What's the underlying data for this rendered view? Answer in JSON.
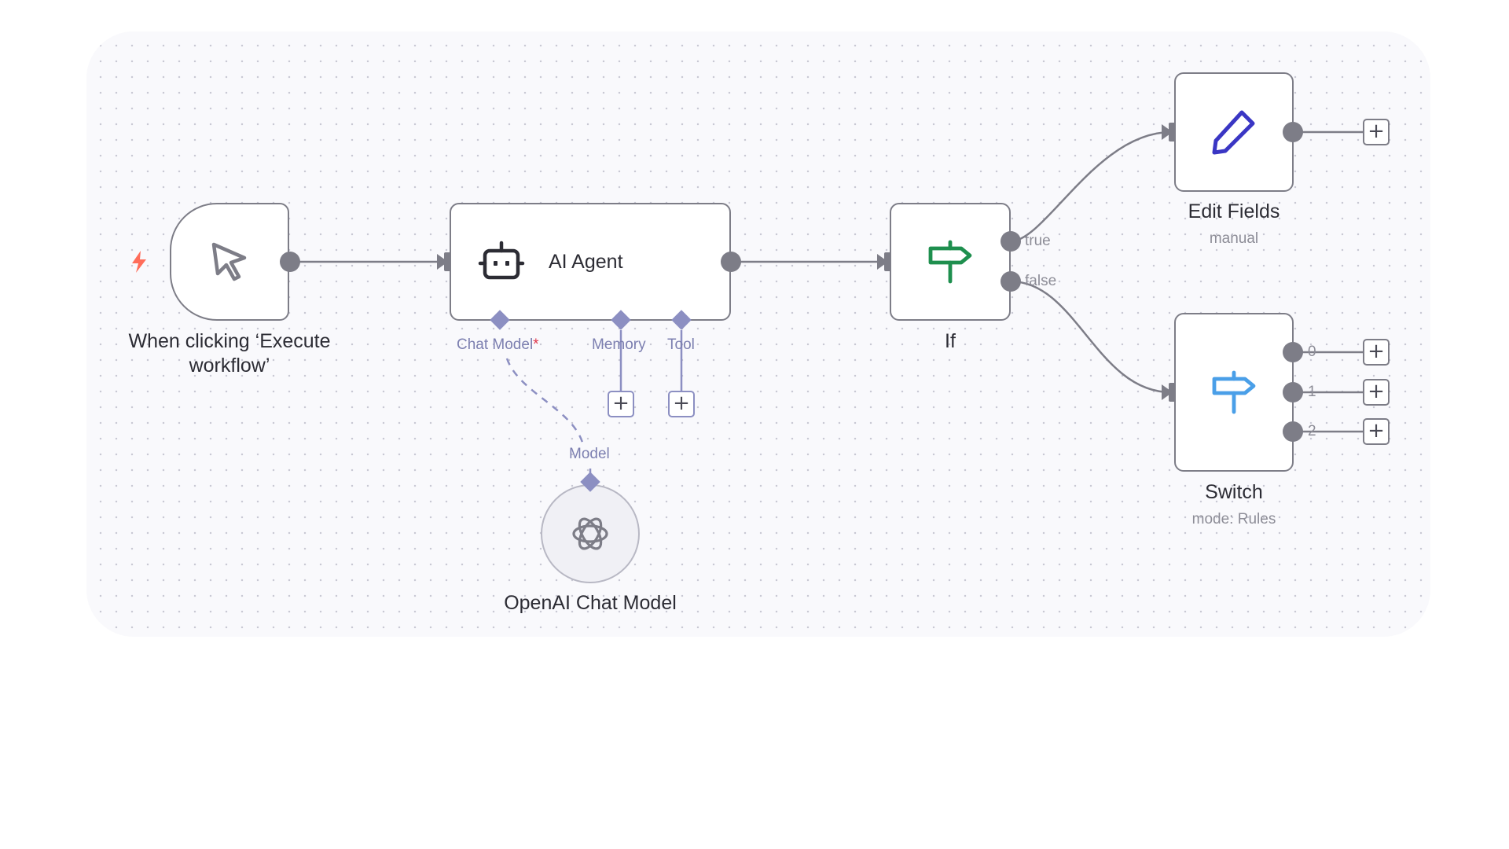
{
  "nodes": {
    "trigger": {
      "title": "When clicking ‘Execute workflow’",
      "icon": "cursor-icon"
    },
    "agent": {
      "title": "AI Agent",
      "icon": "robot-icon",
      "slots": {
        "chat_model": "Chat Model",
        "required_mark": "*",
        "memory": "Memory",
        "tool": "Tool"
      }
    },
    "openai": {
      "title": "OpenAI Chat Model",
      "slot": "Model",
      "icon": "openai-icon"
    },
    "if": {
      "title": "If",
      "icon": "signpost-icon",
      "outputs": {
        "true": "true",
        "false": "false"
      }
    },
    "edit_fields": {
      "title": "Edit Fields",
      "subtitle": "manual",
      "icon": "pencil-icon"
    },
    "switch": {
      "title": "Switch",
      "subtitle": "mode: Rules",
      "icon": "signpost-icon",
      "outputs": [
        "0",
        "1",
        "2"
      ]
    }
  },
  "plus_symbol": "+",
  "colors": {
    "node_border": "#7d7d87",
    "sub_connector": "#8c8fc2",
    "trigger_bolt": "#ff6d5a",
    "if_icon": "#1e8f4e",
    "switch_icon": "#4a9fe8",
    "edit_icon": "#3a36c4"
  }
}
